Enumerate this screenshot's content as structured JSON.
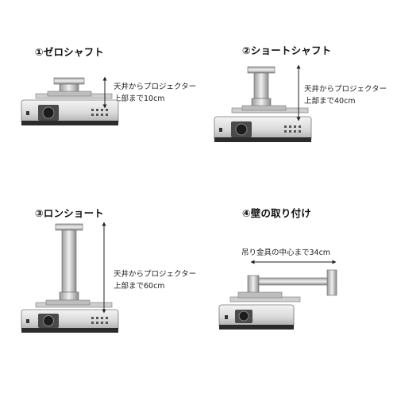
{
  "panels": [
    {
      "title": "①ゼロシャフト",
      "line1": "天井からプロジェクター",
      "line2": "上部まで10cm"
    },
    {
      "title": "②ショートシャフト",
      "line1": "天井からプロジェクター",
      "line2": "上部まで40cm"
    },
    {
      "title": "③ロンショート",
      "line1": "天井からプロジェクター",
      "line2": "上部まで60cm"
    },
    {
      "title": "④壁の取り付け",
      "line1": "吊り金具の中心まで34cm"
    }
  ]
}
